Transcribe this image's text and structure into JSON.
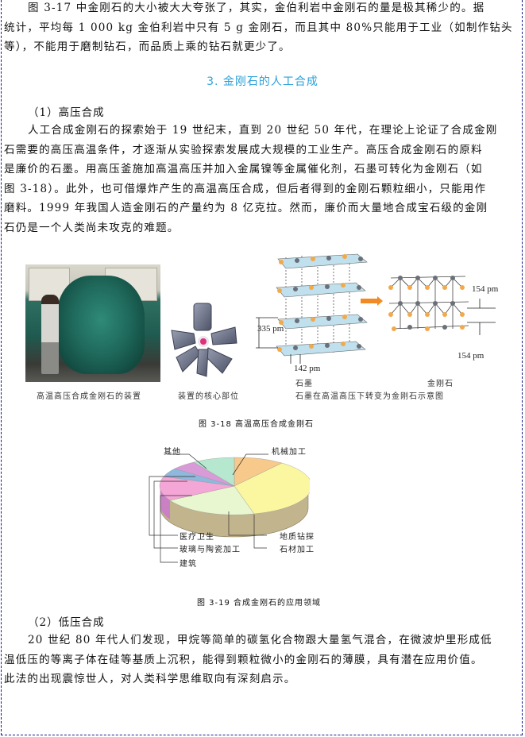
{
  "intro_paragraph": {
    "lines": [
      "图 3-17 中金刚石的大小被大大夸张了，其实，金伯利岩中金刚石的量是极其稀少的。据",
      "统计，平均每 1 000 kg 金伯利岩中只有 5 g 金刚石，而且其中 80%只能用于工业（如制作钻头",
      "等），不能用于磨制钻石，而品质上乘的钻石就更少了。"
    ]
  },
  "section_heading": "3. 金刚石的人工合成",
  "subsection_1": {
    "title": "（1）高压合成",
    "lines": [
      "人工合成金刚石的探索始于 19 世纪末，直到 20 世纪 50 年代，在理论上论证了合成金刚",
      "石需要的高压高温条件，才逐渐从实验探索发展成大规模的工业生产。高压合成金刚石的原料",
      "是廉价的石墨。用高压釜施加高温高压并加入金属镍等金属催化剂，石墨可转化为金刚石（如",
      "图 3-18）。此外，也可借爆炸产生的高温高压合成，但后者得到的金刚石颗粒细小，只能用作",
      "磨料。1999 年我国人造金刚石的产量约为 8 亿克拉。然而，廉价而大量地合成宝石级的金刚",
      "石仍是一个人类尚未攻克的难题。"
    ]
  },
  "figure_3_18": {
    "photo_caption": "高温高压合成金刚石的装置",
    "core_caption": "装置的核心部位",
    "graphite_label": "石墨",
    "diamond_label": "金刚石",
    "transform_caption": "石墨在高温高压下转变为金刚石示意图",
    "dim_graphite_layer": "335 pm",
    "dim_graphite_bond": "142 pm",
    "dim_diamond_top": "154 pm",
    "dim_diamond_bottom": "154 pm",
    "caption": "图 3-18   高温高压合成金刚石",
    "colors": {
      "carbon_orange": "#f3a94a",
      "carbon_gray": "#6b6f78",
      "layer_blue": "#bfe0ec",
      "arrow": "#f08a24"
    }
  },
  "figure_3_19": {
    "caption": "图 3-19   合成金刚石的应用领域",
    "labels": {
      "other": "其他",
      "machining": "机械加工",
      "medical": "医疗卫生",
      "glass_ceramics": "玻璃与陶瓷加工",
      "construction": "建筑",
      "geo_drilling": "地质钻探",
      "stone": "石材加工"
    }
  },
  "chart_data": {
    "type": "pie",
    "title": "图 3-19 合成金刚石的应用领域",
    "categories": [
      "机械加工",
      "地质钻探",
      "石材加工",
      "建筑",
      "玻璃与陶瓷加工",
      "医疗卫生",
      "其他"
    ],
    "values": [
      20,
      30,
      18,
      10,
      5,
      5,
      12
    ],
    "colors": [
      "#f7c98a",
      "#fbf7a0",
      "#e8f7cf",
      "#f4a6d6",
      "#8fb8dc",
      "#d99ad8",
      "#b5e8cf"
    ],
    "side_color": "#c2b48c",
    "style": "3d",
    "legend_position": "leader-lines",
    "note": "slice values estimated from angular size; no numeric labels shown"
  },
  "subsection_2": {
    "title": "（2）低压合成",
    "lines": [
      "20 世纪 80 年代人们发现，甲烷等简单的碳氢化合物跟大量氢气混合，在微波炉里形成低",
      "温低压的等离子体在硅等基质上沉积，能得到颗粒微小的金刚石的薄膜，具有潜在应用价值。",
      "此法的出现震惊世人，对人类科学思维取向有深刻启示。"
    ]
  }
}
